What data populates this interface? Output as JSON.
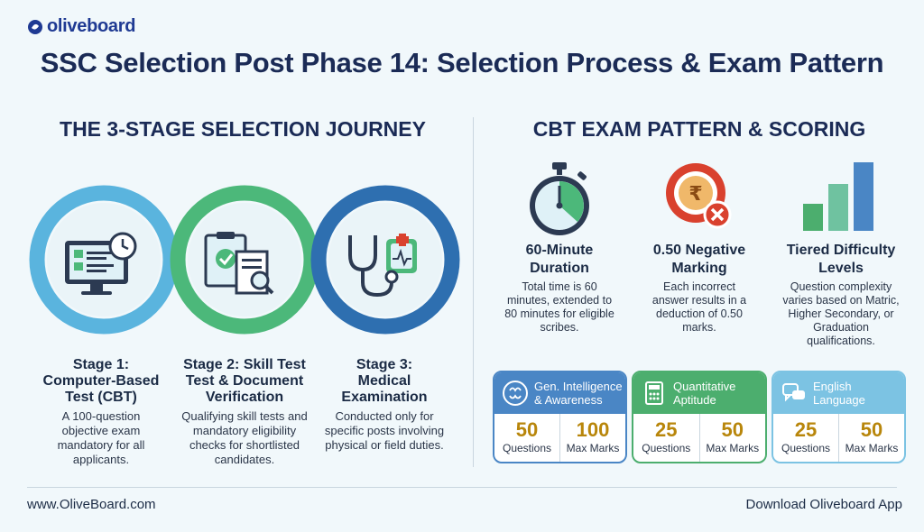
{
  "brand": {
    "logo": "oliveboard"
  },
  "title": "SSC Selection Post Phase 14: Selection Process & Exam Pattern",
  "left_section": {
    "title": "THE 3-STAGE SELECTION JOURNEY",
    "stages": [
      {
        "title_lines": [
          "Stage 1:",
          "Computer-Based",
          "Test (CBT)"
        ],
        "desc_lines": [
          "A 100-question",
          "objective exam",
          "mandatory for all",
          "applicants."
        ],
        "icon": "computer-test-icon"
      },
      {
        "title_lines": [
          "Stage 2: Skill Test",
          "Test & Document",
          "Verification"
        ],
        "desc_lines": [
          "Qualifying skill tests and",
          "mandatory eligibility",
          "checks for shortlisted",
          "candidates."
        ],
        "icon": "document-verification-icon"
      },
      {
        "title_lines": [
          "Stage 3:",
          "Medical",
          "Examination"
        ],
        "desc_lines": [
          "Conducted only for",
          "specific posts involving",
          "physical or field duties."
        ],
        "icon": "stethoscope-icon"
      }
    ],
    "ring_colors": [
      "#5ab4de",
      "#4cb87a",
      "#2e6fb0"
    ]
  },
  "right_section": {
    "title": "CBT EXAM PATTERN & SCORING",
    "metrics": [
      {
        "title_lines": [
          "60-Minute",
          "Duration"
        ],
        "desc_lines": [
          "Total time is 60",
          "minutes, extended to",
          "80 minutes for eligible",
          "scribes."
        ],
        "icon": "stopwatch-icon"
      },
      {
        "title_lines": [
          "0.50 Negative",
          "Marking"
        ],
        "desc_lines": [
          "Each incorrect",
          "answer results in a",
          "deduction of 0.50",
          "marks."
        ],
        "icon": "rupee-penalty-icon"
      },
      {
        "title_lines": [
          "Tiered Difficulty",
          "Levels"
        ],
        "desc_lines": [
          "Question complexity",
          "varies based on Matric,",
          "Higher Secondary, or",
          "Graduation",
          "qualifications."
        ],
        "icon": "bar-levels-icon"
      }
    ],
    "subjects": [
      {
        "name_lines": [
          "Gen. Intelligence",
          "& Awareness"
        ],
        "questions": "50",
        "marks": "100",
        "questions_label": "Questions",
        "marks_label": "Max Marks",
        "color": "#4a86c5",
        "icon": "brain-icon"
      },
      {
        "name_lines": [
          "Quantitative",
          "Aptitude"
        ],
        "questions": "25",
        "marks": "50",
        "questions_label": "Questions",
        "marks_label": "Max Marks",
        "color": "#4cae6e",
        "icon": "calculator-icon"
      },
      {
        "name_lines": [
          "English",
          "Language"
        ],
        "questions": "25",
        "marks": "50",
        "questions_label": "Questions",
        "marks_label": "Max Marks",
        "color": "#7cc3e3",
        "icon": "speech-bubble-icon"
      }
    ]
  },
  "footer": {
    "website": "www.OliveBoard.com",
    "app": "Download Oliveboard App"
  }
}
